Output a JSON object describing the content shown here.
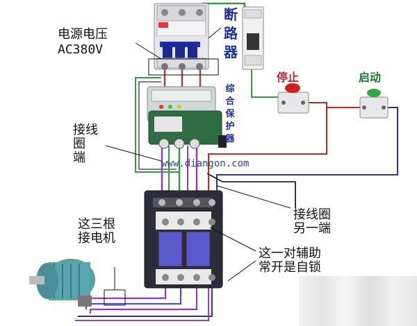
{
  "labels": {
    "power_voltage_line1": "电源电压",
    "power_voltage_line2": "AC380V",
    "breaker": "断路器",
    "comprehensive_protector": "综合保护器",
    "stop_button": "停止",
    "start_button": "启动",
    "coil_terminal": "接线\n圈\n端",
    "coil_other_terminal": "接线圈\n另一端",
    "three_wires_motor": "这三根\n接电机",
    "aux_contact_self_lock": "这一对辅助\n常开是自锁",
    "watermark": "www.diangon.com"
  },
  "colors": {
    "wire_red": "#c62828",
    "wire_blue": "#283593",
    "wire_green": "#2e9e3e",
    "wire_purple": "#8e3cc8",
    "wire_black": "#222222",
    "label_blue": "#1a2e9e"
  }
}
